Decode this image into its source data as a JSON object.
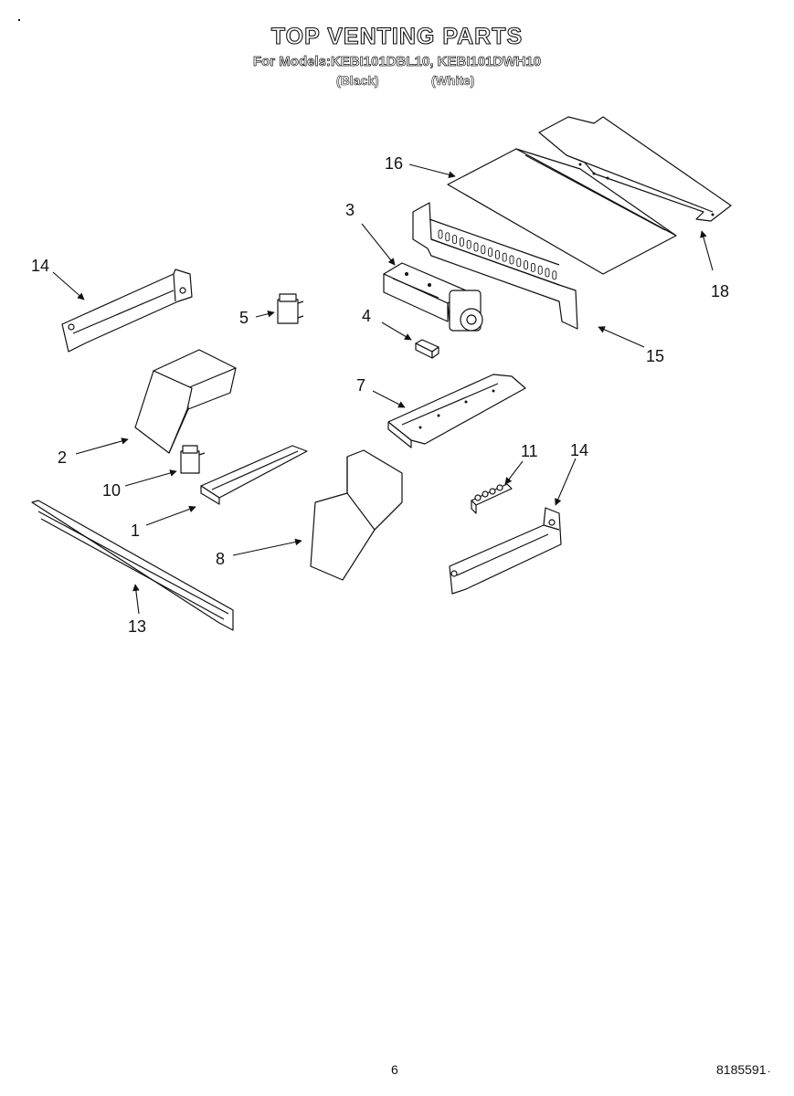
{
  "header": {
    "title": "TOP VENTING PARTS",
    "models_line": "For Models:KEBI101DBL10, KEBI101DWH10",
    "color_black": "(Black)",
    "color_white": "(White)"
  },
  "callouts": {
    "c1": "1",
    "c2": "2",
    "c3": "3",
    "c4": "4",
    "c5": "5",
    "c7": "7",
    "c8": "8",
    "c10": "10",
    "c11": "11",
    "c13": "13",
    "c14a": "14",
    "c14b": "14",
    "c15": "15",
    "c16": "16",
    "c18": "18"
  },
  "footer": {
    "page_number": "6",
    "doc_number": "8185591"
  }
}
